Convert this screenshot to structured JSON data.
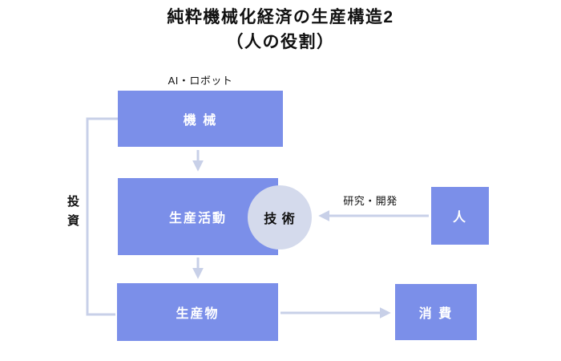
{
  "title": {
    "line1": "純粋機械化経済の生産構造2",
    "line2": "（人の役割）"
  },
  "labels": {
    "ai_robot": "AI・ロボット",
    "research_dev": "研究・開発",
    "investment": "投資"
  },
  "nodes": {
    "machine": "機 械",
    "production_activity": "生産活動",
    "technology": "技 術",
    "person": "人",
    "product": "生産物",
    "consumption": "消 費"
  },
  "connectors": {
    "machine_to_production": "arrow-down",
    "production_to_product": "arrow-down",
    "product_to_consumption": "arrow-right",
    "person_to_technology": "arrow-left",
    "product_to_machine_loop": "elbow-line"
  },
  "colors": {
    "background": "#ffffff",
    "node_fill": "#7b8fe9",
    "node_text": "#ffffff",
    "technology_fill": "#d4daec",
    "technology_text": "#111111",
    "arrow": "#c8d0e8",
    "title_text": "#111111"
  }
}
